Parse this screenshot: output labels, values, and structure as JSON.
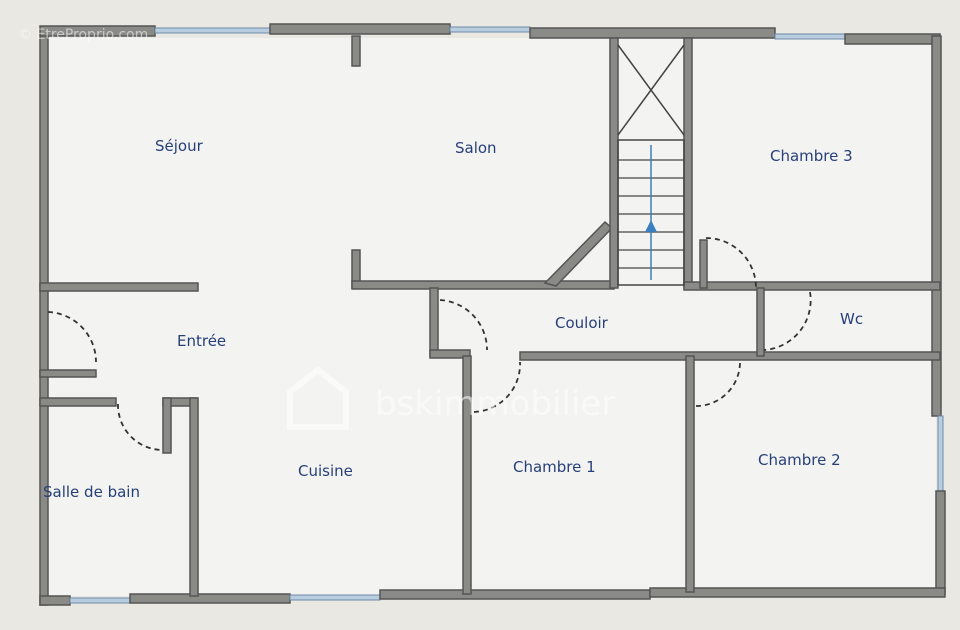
{
  "watermarks": {
    "site": "© EtreProprio.com",
    "agency": "bskimmobilier"
  },
  "rooms": {
    "sejour": "Séjour",
    "salon": "Salon",
    "chambre3": "Chambre 3",
    "entree": "Entrée",
    "couloir": "Couloir",
    "wc": "Wc",
    "salle_de_bain": "Salle de bain",
    "cuisine": "Cuisine",
    "chambre1": "Chambre 1",
    "chambre2": "Chambre 2"
  },
  "colors": {
    "wall": "#8a8a86",
    "label": "#27407a",
    "background": "#e9e8e3",
    "stair_arrow": "#3a7fc0"
  }
}
